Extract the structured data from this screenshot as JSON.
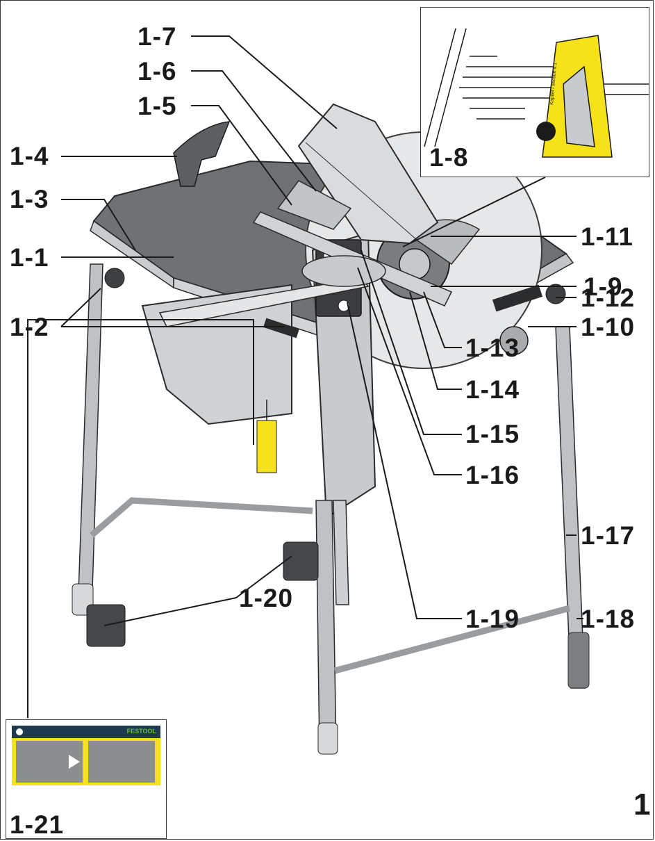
{
  "figure_number": "1",
  "labels": {
    "l1_1": "1-1",
    "l1_2": "1-2",
    "l1_3": "1-3",
    "l1_4": "1-4",
    "l1_5": "1-5",
    "l1_6": "1-6",
    "l1_7": "1-7",
    "l1_8": "1-8",
    "l1_9": "1-9",
    "l1_10": "1-10",
    "l1_11": "1-11",
    "l1_12": "1-12",
    "l1_13": "1-13",
    "l1_14": "1-14",
    "l1_15": "1-15",
    "l1_16": "1-16",
    "l1_17": "1-17",
    "l1_18": "1-18",
    "l1_19": "1-19",
    "l1_20": "1-20",
    "l1_21": "1-21"
  },
  "brand_text": "FESTOOL",
  "inset_sticker_text": "Kapitel / section 4.1",
  "colors": {
    "safety_yellow": "#f5e21b",
    "metal": "#b9bcbf",
    "table_top": "#6f7275",
    "leader": "#1a1a1a"
  }
}
